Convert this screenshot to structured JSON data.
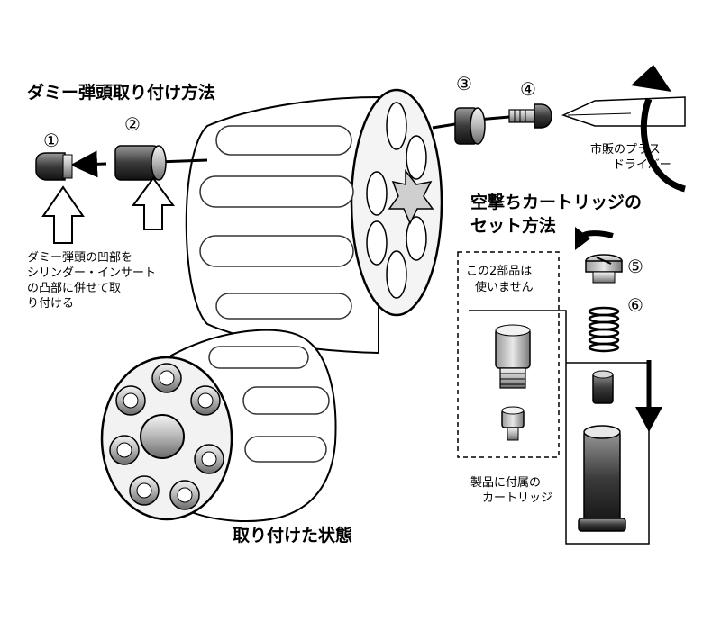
{
  "titles": {
    "dummy_install": "ダミー弾頭取り付け方法",
    "blank_cartridge": [
      "空撃ちカートリッジの",
      "セット方法"
    ],
    "installed_state": "取り付けた状態"
  },
  "labels": {
    "dummy_note": [
      "ダミー弾頭の凹部を",
      "シリンダー・インサート",
      "の凸部に併せて取",
      "り付ける"
    ],
    "screwdriver": [
      "市販のプラス",
      "ドライバー"
    ],
    "unused_parts": [
      "この2部品は",
      "使いません"
    ],
    "included_cartridge": [
      "製品に付属の",
      "カートリッジ"
    ]
  },
  "part_numbers": [
    "①",
    "②",
    "③",
    "④",
    "⑤",
    "⑥"
  ]
}
